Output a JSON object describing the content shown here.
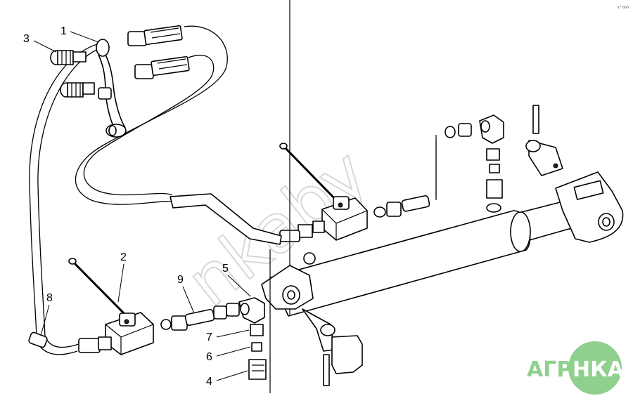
{
  "diagram": {
    "callouts": [
      "1",
      "2",
      "3",
      "4",
      "5",
      "6",
      "7",
      "8",
      "9"
    ]
  },
  "watermark": {
    "text": "nkaby"
  },
  "logo": {
    "left_text": "АГРО",
    "right_text": "НКА",
    "color": "#8fd08f"
  },
  "corner_mark": {
    "text": "s° ooo"
  }
}
